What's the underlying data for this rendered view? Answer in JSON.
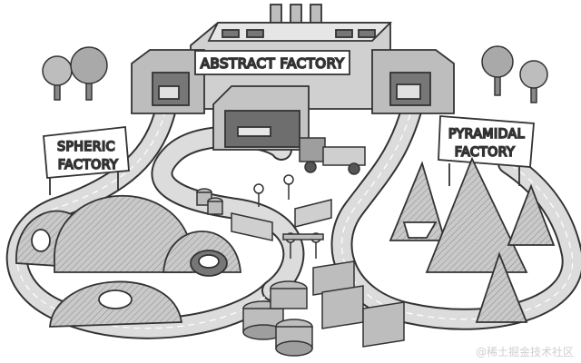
{
  "labels": {
    "abstract_factory": "ABSTRACT FACTORY",
    "spheric_line1": "SPHERIC",
    "spheric_line2": "FACTORY",
    "pyramidal_line1": "PYRAMIDAL",
    "pyramidal_line2": "FACTORY"
  },
  "watermark": "@稀土掘金技术社区",
  "colors": {
    "ink": "#333333",
    "road": "#d9d9d9",
    "building": "#bdbdbd",
    "building_light": "#e6e6e6",
    "sign": "#ffffff"
  }
}
